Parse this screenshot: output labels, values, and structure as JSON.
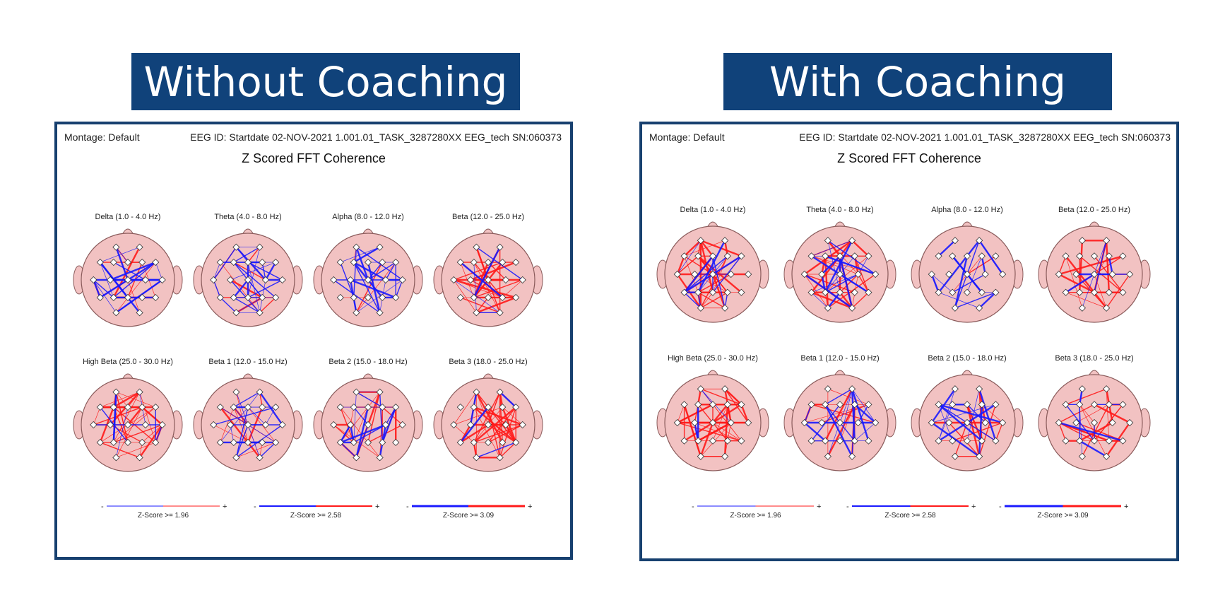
{
  "banners": {
    "left": "Without Coaching",
    "right": "With Coaching"
  },
  "panels": [
    {
      "montage": "Montage:  Default",
      "eeg_id": "EEG ID:  Startdate 02-NOV-2021 1.001.01_TASK_3287280XX EEG_tech SN:060373",
      "title": "Z Scored FFT Coherence",
      "bands": [
        "Delta (1.0 - 4.0 Hz)",
        "Theta (4.0 - 8.0 Hz)",
        "Alpha (8.0 - 12.0 Hz)",
        "Beta (12.0 - 25.0 Hz)",
        "High Beta (25.0 - 30.0 Hz)",
        "Beta 1 (12.0 - 15.0 Hz)",
        "Beta 2 (15.0 - 18.0 Hz)",
        "Beta 3 (18.0 - 25.0 Hz)"
      ],
      "legend": [
        "Z-Score >= 1.96",
        "Z-Score >= 2.58",
        "Z-Score >= 3.09"
      ]
    },
    {
      "montage": "Montage:  Default",
      "eeg_id": "EEG ID:  Startdate 02-NOV-2021 1.001.01_TASK_3287280XX EEG_tech SN:060373",
      "title": "Z Scored FFT Coherence",
      "bands": [
        "Delta (1.0 - 4.0 Hz)",
        "Theta (4.0 - 8.0 Hz)",
        "Alpha (8.0 - 12.0 Hz)",
        "Beta (12.0 - 25.0 Hz)",
        "High Beta (25.0 - 30.0 Hz)",
        "Beta 1 (12.0 - 15.0 Hz)",
        "Beta 2 (15.0 - 18.0 Hz)",
        "Beta 3 (18.0 - 25.0 Hz)"
      ],
      "legend": [
        "Z-Score >= 1.96",
        "Z-Score >= 2.58",
        "Z-Score >= 3.09"
      ]
    }
  ],
  "legend_signs": {
    "minus": "-",
    "plus": "+"
  },
  "colors": {
    "banner": "#10427a",
    "border": "#17406f",
    "head": "#f2c2c2",
    "positive": "#ff1a1a",
    "negative": "#1a1aff"
  }
}
